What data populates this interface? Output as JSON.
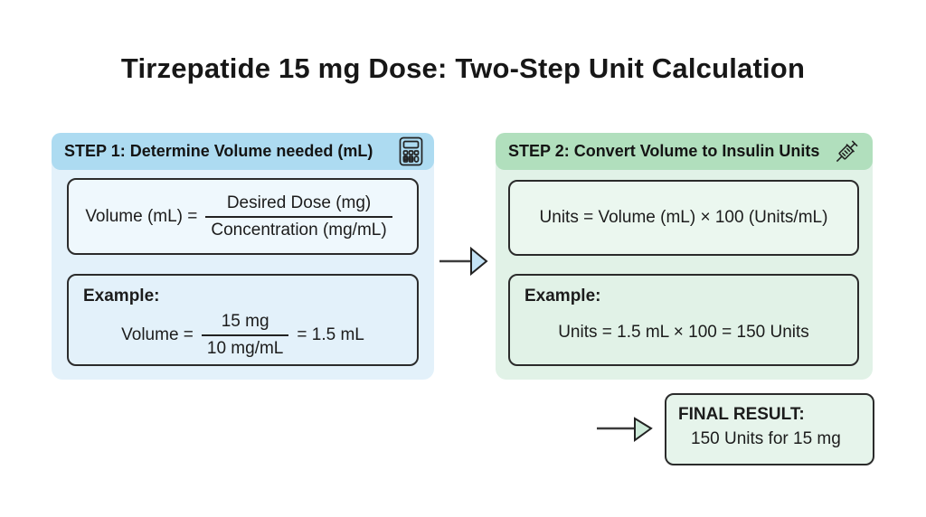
{
  "title": "Tirzepatide 15 mg Dose: Two-Step Unit Calculation",
  "step1": {
    "header_label": "STEP 1: Determine Volume needed (mL)",
    "icon": "calculator",
    "formula": {
      "lhs": "Volume (mL) =",
      "numerator": "Desired Dose (mg)",
      "denominator": "Concentration (mg/mL)"
    },
    "example": {
      "heading": "Example:",
      "lhs": "Volume =",
      "numerator": "15 mg",
      "denominator": "10 mg/mL",
      "result": "= 1.5 mL"
    }
  },
  "step2": {
    "header_label": "STEP 2: Convert Volume to Insulin Units",
    "icon": "syringe",
    "formula_text": "Units = Volume (mL) × 100 (Units/mL)",
    "example": {
      "heading": "Example:",
      "text": "Units = 1.5 mL × 100 = 150 Units"
    }
  },
  "final_result": {
    "heading": "FINAL RESULT:",
    "value": "150 Units for 15 mg"
  },
  "colors": {
    "step1_header_bg": "#ADDBF1",
    "step1_body_bg": "#E3F1FA",
    "step2_header_bg": "#B1DFBD",
    "step2_body_bg": "#E1F2E7",
    "final_box_bg": "#E6F4EB",
    "arrow1_head_fill": "#C3E2F5",
    "arrow2_head_fill": "#CDEAD9",
    "border": "#2b2b2b",
    "text": "#1c1c1c"
  }
}
